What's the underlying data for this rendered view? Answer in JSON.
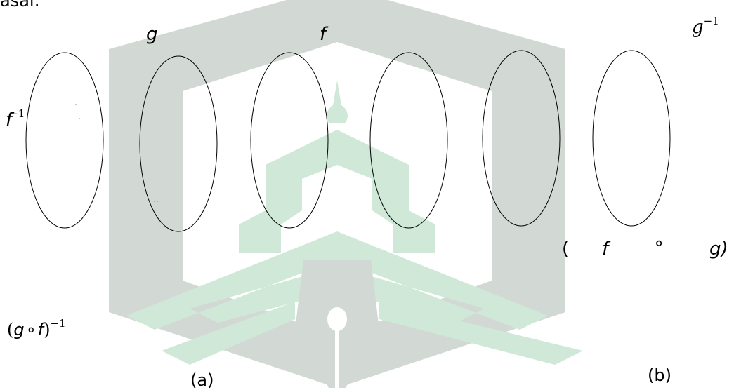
{
  "header_fragment": "asal:",
  "labels": {
    "g": "g",
    "f": "f",
    "g_inv_base": "g",
    "g_inv_exp": "−1",
    "f_inv_base": "f",
    "f_inv_exp": "−1",
    "gf_inv_open": "(",
    "gf_inv_g": "g",
    "gf_inv_circ": "∘",
    "gf_inv_f": "f",
    "gf_inv_close": ")",
    "gf_inv_exp": "−1",
    "fg_open": "(",
    "fg_f": "f",
    "fg_circ": "∘",
    "fg_g": "g)",
    "caption_a": "(a)",
    "caption_b": "(b)"
  },
  "colors": {
    "watermark_gray": "#d2d9d4",
    "watermark_green": "#cfe8d8",
    "stroke": "#000000"
  }
}
